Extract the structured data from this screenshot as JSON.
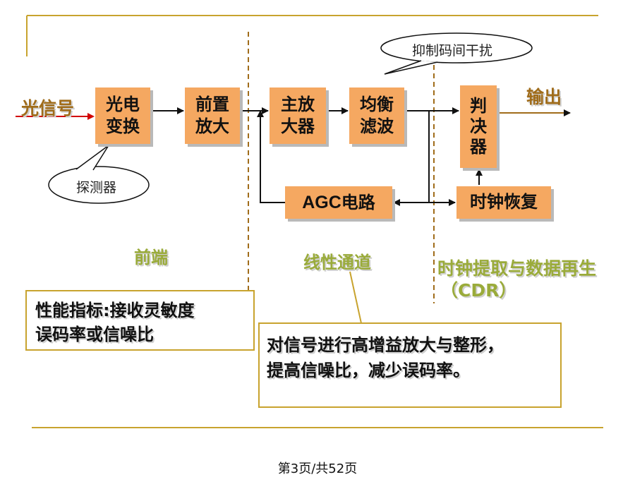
{
  "colors": {
    "frame": "#c8a32e",
    "box": "#f5a861",
    "olive": "#9aab3a",
    "brown": "#a06c1a",
    "signal_in": "#d20000"
  },
  "input_label": "光信号",
  "output_label": "输出",
  "blocks": {
    "photo": {
      "line1": "光电",
      "line2": "变换"
    },
    "preamp": {
      "line1": "前置",
      "line2": "放大"
    },
    "mainamp": {
      "line1": "主放",
      "line2": "大器"
    },
    "equalizer": {
      "line1": "均衡",
      "line2": "滤波"
    },
    "decision": {
      "line1": "判",
      "line2": "决",
      "line3": "器"
    },
    "agc": {
      "part1": "AGC",
      "part2": "电路"
    },
    "clock": {
      "label": "时钟恢复"
    }
  },
  "callouts": {
    "detector": "探测器",
    "isi": "抑制码间干扰"
  },
  "sections": {
    "front_end": "前端",
    "linear_channel": "线性通道",
    "cdr_line1": "时钟提取与数据再生",
    "cdr_line2": "（CDR）"
  },
  "notes": {
    "front_end": {
      "line1": "性能指标:接收灵敏度",
      "line2": "误码率或信噪比"
    },
    "linear_channel": {
      "line1": "对信号进行高增益放大与整形，",
      "line2": "提高信噪比，减少误码率。"
    }
  },
  "footer": "第3页/共52页"
}
